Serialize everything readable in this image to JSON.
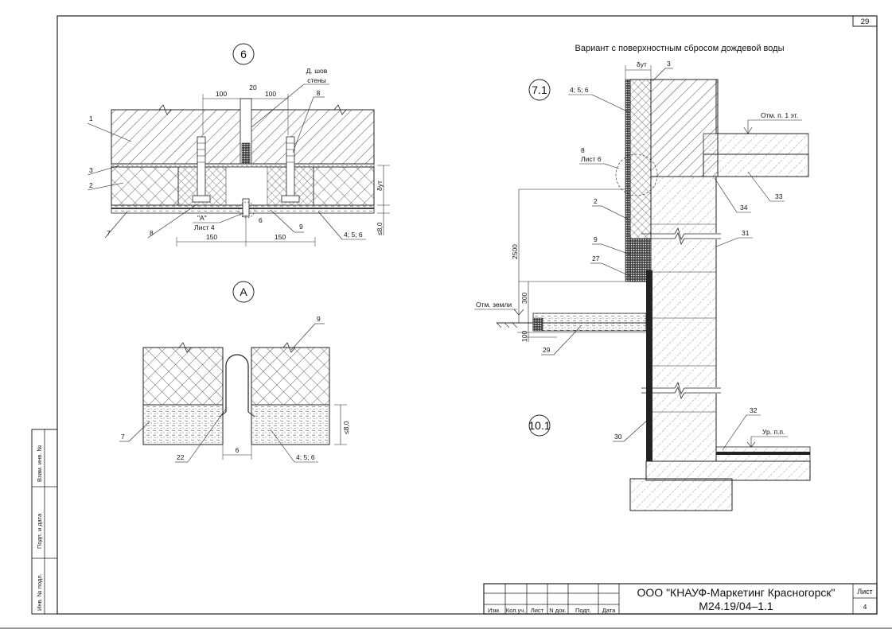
{
  "sheet": {
    "top_number": "29"
  },
  "detail_6": {
    "marker": "6",
    "labels": {
      "l1": "1",
      "l2": "2",
      "l3": "3",
      "l7": "7",
      "l8_left": "8",
      "l8_top": "8",
      "l9": "9",
      "l456": "4; 5; 6",
      "seam_line1": "Д. шов",
      "seam_line2": "стены",
      "callout_A": "\"А\"",
      "sheet4": "Лист 4",
      "d6": "6",
      "dim_100_left": "100",
      "dim_20": "20",
      "dim_100_right": "100",
      "dim_150_left": "150",
      "dim_150_right": "150",
      "delta": "δут",
      "le80": "≤8,0"
    }
  },
  "detail_A": {
    "marker": "А",
    "labels": {
      "l9": "9",
      "l7": "7",
      "l22": "22",
      "l456": "4; 5; 6",
      "gap": "6",
      "le80": "≤8,0"
    }
  },
  "detail_71": {
    "marker": "7.1",
    "marker_2": "10.1",
    "title": "Вариант с поверхностным сбросом дождевой воды",
    "labels": {
      "l456": "4; 5; 6",
      "l3": "3",
      "delta": "δут",
      "l8": "8",
      "sheet6": "Лист 6",
      "l2": "2",
      "l9": "9",
      "l27": "27",
      "l29": "29",
      "l30": "30",
      "l31": "31",
      "l32": "32",
      "l33": "33",
      "l34": "34",
      "floor_mark": "Отм. п. 1 эт.",
      "ground_mark": "Отм. земли",
      "floor_level": "Ур. п.п.",
      "dim_2500": "2500",
      "dim_300": "300",
      "dim_100": "100"
    }
  },
  "side_stamp": {
    "inv_orig": "Инв. № подл.",
    "sign_date": "Подп. и дата",
    "inv_repl": "Взам. инв. №"
  },
  "title_block": {
    "col_headers": [
      "Изм.",
      "Кол.уч.",
      "Лист",
      "N док.",
      "Подп.",
      "Дата"
    ],
    "company": "ООО \"КНАУФ-Маркетинг Красногорск\"",
    "code": "М24.19/04–1.1",
    "sheet_label": "Лист",
    "sheet_number": "4"
  }
}
